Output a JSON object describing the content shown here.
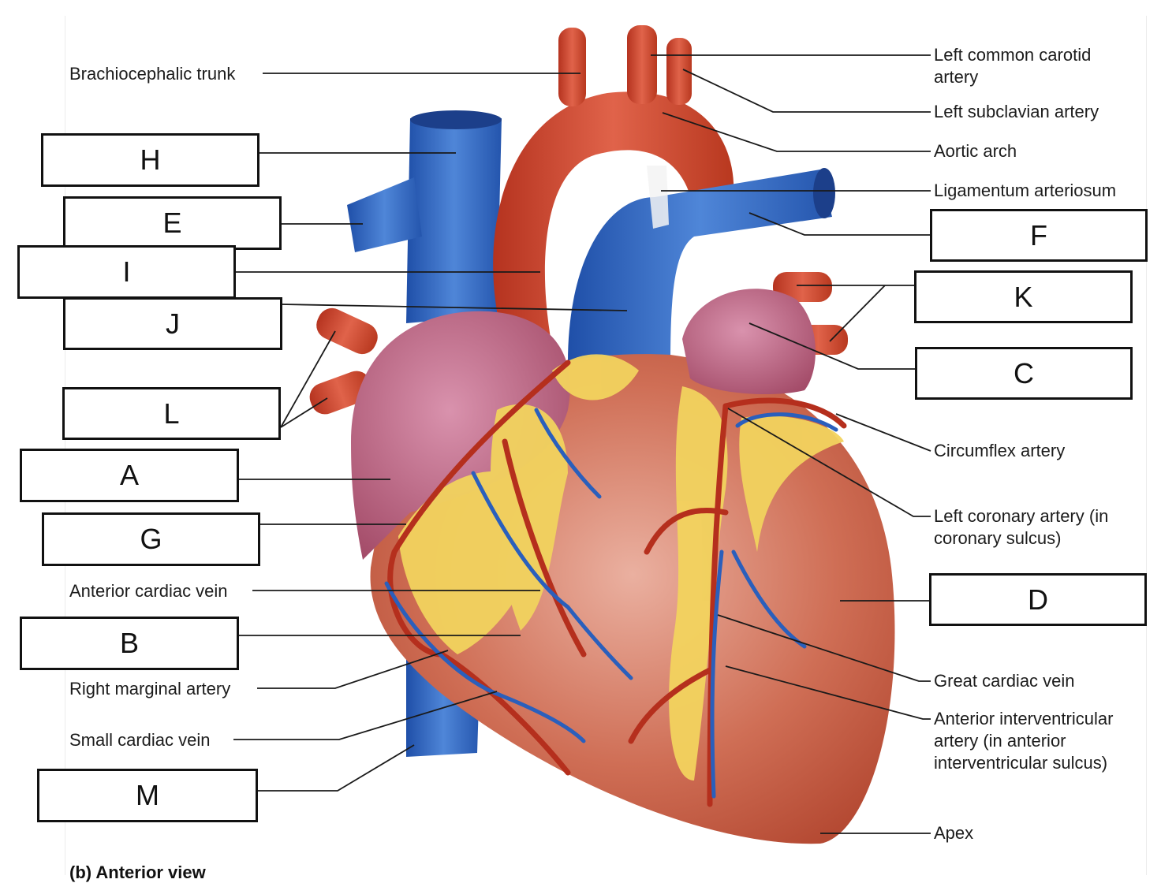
{
  "figure": {
    "caption": "(b) Anterior view",
    "colors": {
      "artery": "#c8412c",
      "artery_light": "#e06a4f",
      "vein": "#2f66c2",
      "vein_light": "#5b8fde",
      "atrium": "#b45a78",
      "atrium_light": "#d98aa5",
      "ventricle": "#c45a42",
      "ventricle_light": "#e69a84",
      "fat": "#f2d35e",
      "ligament": "#f4f4f4",
      "leader_line": "#1a1a1a",
      "box_border": "#111111"
    }
  },
  "labels": {
    "brachiocephalic_trunk": "Brachiocephalic trunk",
    "left_common_carotid_artery": "Left common carotid artery",
    "left_subclavian_artery": "Left subclavian artery",
    "aortic_arch": "Aortic arch",
    "ligamentum_arteriosum": "Ligamentum arteriosum",
    "circumflex_artery": "Circumflex artery",
    "left_coronary_artery": "Left coronary artery (in coronary sulcus)",
    "anterior_cardiac_vein": "Anterior cardiac vein",
    "right_marginal_artery": "Right marginal artery",
    "small_cardiac_vein": "Small cardiac vein",
    "great_cardiac_vein": "Great cardiac vein",
    "anterior_interventricular_artery": "Anterior interventricular artery (in anterior interventricular sulcus)",
    "apex": "Apex"
  },
  "answer_boxes": [
    {
      "letter": "H",
      "value": ""
    },
    {
      "letter": "E",
      "value": ""
    },
    {
      "letter": "I",
      "value": ""
    },
    {
      "letter": "J",
      "value": ""
    },
    {
      "letter": "L",
      "value": ""
    },
    {
      "letter": "A",
      "value": ""
    },
    {
      "letter": "G",
      "value": ""
    },
    {
      "letter": "B",
      "value": ""
    },
    {
      "letter": "M",
      "value": ""
    },
    {
      "letter": "F",
      "value": ""
    },
    {
      "letter": "K",
      "value": ""
    },
    {
      "letter": "C",
      "value": ""
    },
    {
      "letter": "D",
      "value": ""
    }
  ]
}
